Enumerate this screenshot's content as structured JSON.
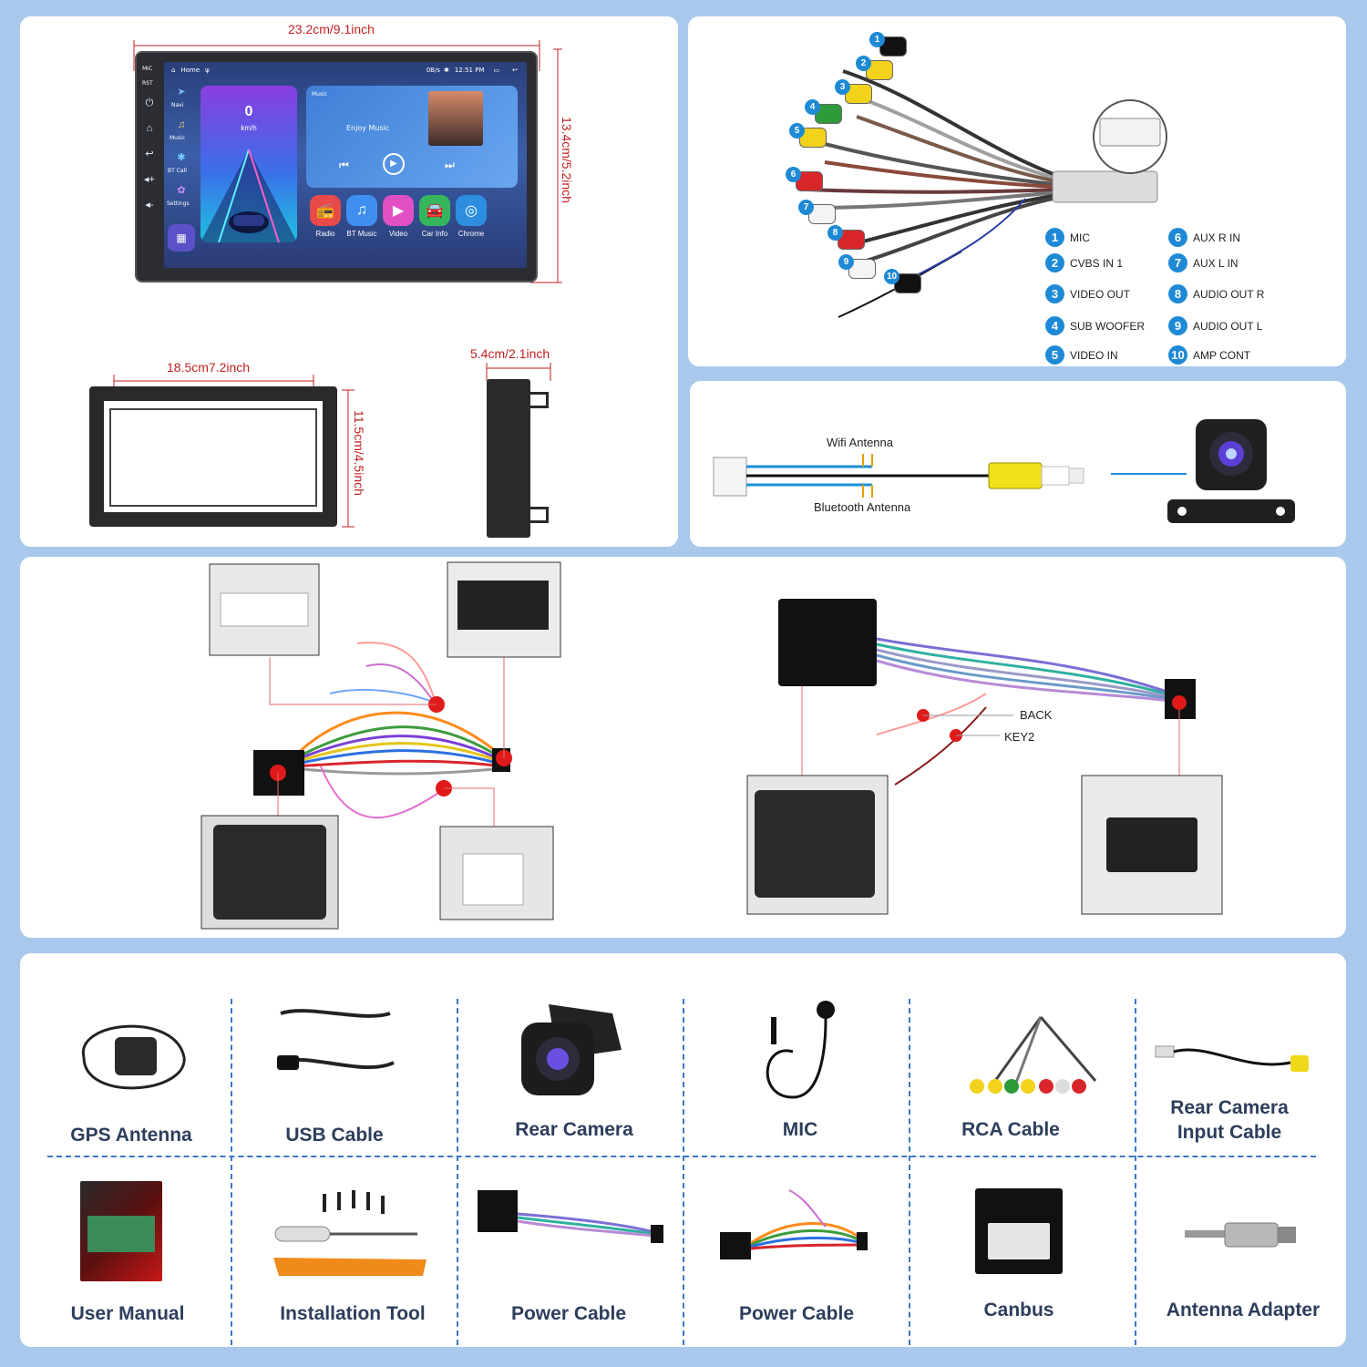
{
  "dimensions": {
    "screen_width": "23.2cm/9.1inch",
    "screen_height": "13.4cm/5.2inch",
    "frame_width": "18.5cm7.2inch",
    "frame_height": "11.5cm/4.5inch",
    "depth": "5.4cm/2.1inch"
  },
  "head_unit": {
    "status_home": "Home",
    "status_speed_rate": "0B/s",
    "status_time": "12:51 PM",
    "side_mic": "MIC",
    "side_rst": "RST",
    "nav_items": [
      "Navi",
      "Music",
      "BT Call",
      "Settings"
    ],
    "speed_value": "0",
    "speed_unit": "km/h",
    "music_header": "Music",
    "music_title": "Enjoy Music",
    "apps": [
      "Radio",
      "BT Music",
      "Video",
      "Car Info",
      "Chrome"
    ]
  },
  "rca_legend": [
    {
      "n": "1",
      "label": "MIC"
    },
    {
      "n": "2",
      "label": "CVBS IN 1"
    },
    {
      "n": "3",
      "label": "VIDEO OUT"
    },
    {
      "n": "4",
      "label": "SUB WOOFER"
    },
    {
      "n": "5",
      "label": "VIDEO IN"
    },
    {
      "n": "6",
      "label": "AUX R IN"
    },
    {
      "n": "7",
      "label": "AUX L IN"
    },
    {
      "n": "8",
      "label": "AUDIO OUT R"
    },
    {
      "n": "9",
      "label": "AUDIO OUT L"
    },
    {
      "n": "10",
      "label": "AMP CONT"
    }
  ],
  "rca_plugs": [
    {
      "n": "1",
      "color": "#111111"
    },
    {
      "n": "2",
      "color": "#f2d21b"
    },
    {
      "n": "3",
      "color": "#f2d21b"
    },
    {
      "n": "4",
      "color": "#2e9b3a"
    },
    {
      "n": "5",
      "color": "#f2d21b"
    },
    {
      "n": "6",
      "color": "#d8262b"
    },
    {
      "n": "7",
      "color": "#f4f4f4"
    },
    {
      "n": "8",
      "color": "#d8262b"
    },
    {
      "n": "9",
      "color": "#f4f4f4"
    },
    {
      "n": "10",
      "color": "#111111"
    }
  ],
  "antenna": {
    "wifi": "Wifi Antenna",
    "bluetooth": "Bluetooth Antenna"
  },
  "harness_labels": {
    "back": "BACK",
    "key2": "KEY2"
  },
  "accessories": [
    {
      "label": "GPS Antenna",
      "icon": "gps-antenna-icon"
    },
    {
      "label": "USB Cable",
      "icon": "usb-cable-icon"
    },
    {
      "label": "Rear Camera",
      "icon": "rear-camera-icon"
    },
    {
      "label": "MIC",
      "icon": "mic-icon"
    },
    {
      "label": "RCA Cable",
      "icon": "rca-cable-icon"
    },
    {
      "label": "Rear Camera\nInput Cable",
      "icon": "camera-input-cable-icon"
    },
    {
      "label": "User Manual",
      "icon": "user-manual-icon"
    },
    {
      "label": "Installation Tool",
      "icon": "installation-tool-icon"
    },
    {
      "label": "Power Cable",
      "icon": "power-cable-icon"
    },
    {
      "label": "Power Cable",
      "icon": "power-cable-alt-icon"
    },
    {
      "label": "Canbus",
      "icon": "canbus-icon"
    },
    {
      "label": "Antenna Adapter",
      "icon": "antenna-adapter-icon"
    }
  ],
  "colors": {
    "background": "#a9c8ec",
    "accent_blue": "#1e8ad6",
    "dimension_red": "#c21f1f",
    "label_navy": "#2d3e5c"
  }
}
